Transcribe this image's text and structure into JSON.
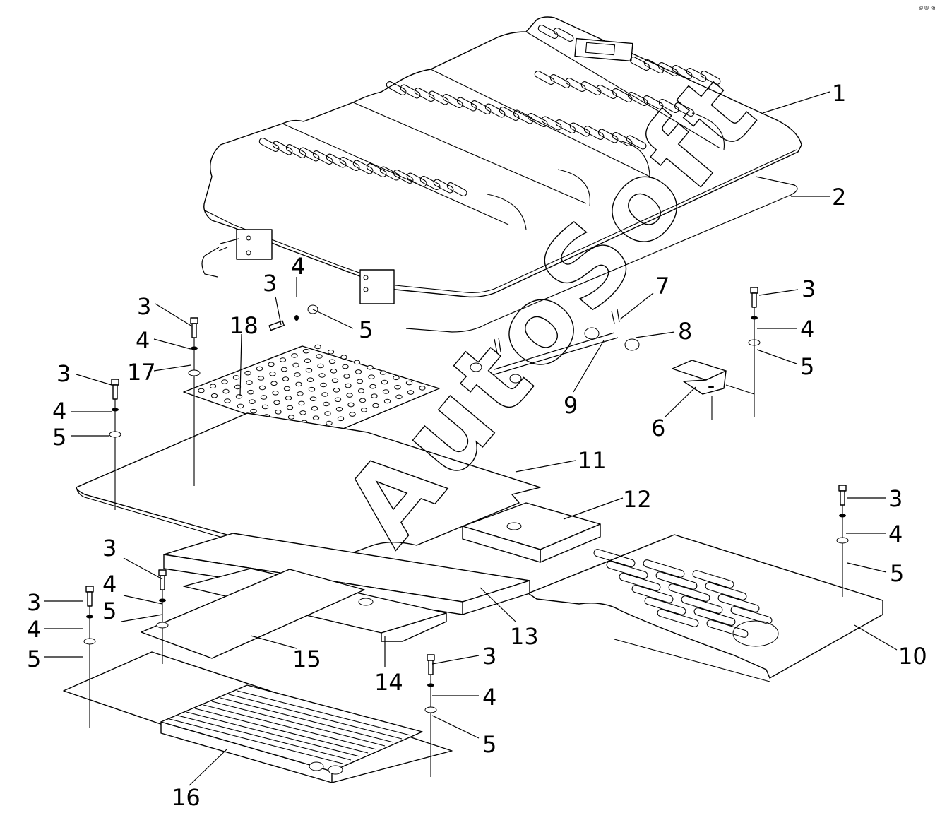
{
  "watermark": "AutoSoft",
  "corner_mark": "©® ®®®",
  "callouts": [
    {
      "id": "c1",
      "label": "1"
    },
    {
      "id": "c2",
      "label": "2"
    },
    {
      "id": "c3a",
      "label": "3"
    },
    {
      "id": "c4a",
      "label": "4"
    },
    {
      "id": "c5a",
      "label": "5"
    },
    {
      "id": "c3b",
      "label": "3"
    },
    {
      "id": "c4b",
      "label": "4"
    },
    {
      "id": "c17",
      "label": "17"
    },
    {
      "id": "c18",
      "label": "18"
    },
    {
      "id": "c3c",
      "label": "3"
    },
    {
      "id": "c4c",
      "label": "4"
    },
    {
      "id": "c5c",
      "label": "5"
    },
    {
      "id": "c7",
      "label": "7"
    },
    {
      "id": "c8",
      "label": "8"
    },
    {
      "id": "c9",
      "label": "9"
    },
    {
      "id": "c3d",
      "label": "3"
    },
    {
      "id": "c4d",
      "label": "4"
    },
    {
      "id": "c5d",
      "label": "5"
    },
    {
      "id": "c6",
      "label": "6"
    },
    {
      "id": "c11",
      "label": "11"
    },
    {
      "id": "c12",
      "label": "12"
    },
    {
      "id": "c3e",
      "label": "3"
    },
    {
      "id": "c4e",
      "label": "4"
    },
    {
      "id": "c5e",
      "label": "5"
    },
    {
      "id": "c10",
      "label": "10"
    },
    {
      "id": "c3f",
      "label": "3"
    },
    {
      "id": "c4f",
      "label": "4"
    },
    {
      "id": "c5f",
      "label": "5"
    },
    {
      "id": "c13",
      "label": "13"
    },
    {
      "id": "c3g",
      "label": "3"
    },
    {
      "id": "c4g",
      "label": "4"
    },
    {
      "id": "c5g",
      "label": "5"
    },
    {
      "id": "c15",
      "label": "15"
    },
    {
      "id": "c14",
      "label": "14"
    },
    {
      "id": "c3h",
      "label": "3"
    },
    {
      "id": "c4h",
      "label": "4"
    },
    {
      "id": "c5h",
      "label": "5"
    },
    {
      "id": "c16",
      "label": "16"
    }
  ]
}
